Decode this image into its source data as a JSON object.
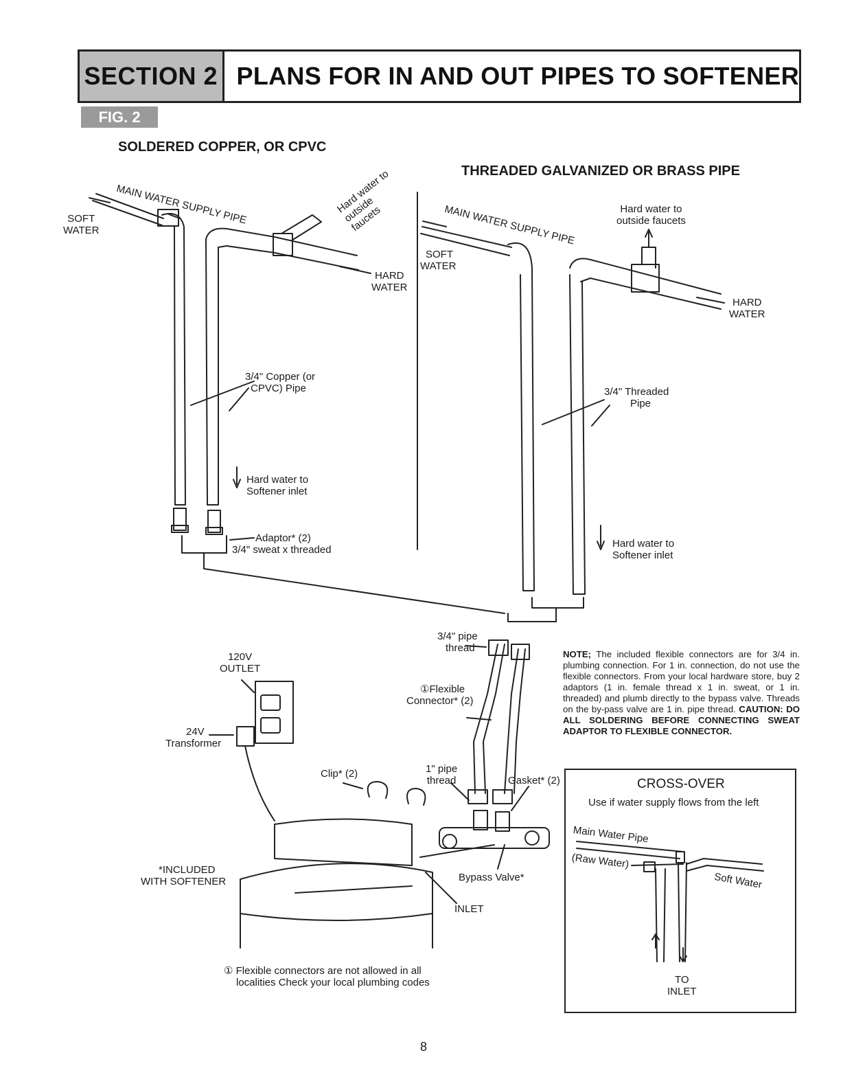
{
  "header": {
    "section": "SECTION 2",
    "title": "PLANS FOR IN AND OUT PIPES TO SOFTENER"
  },
  "figure_label": "FIG. 2",
  "left_panel": {
    "heading": "SOLDERED COPPER, OR CPVC",
    "main_pipe": "MAIN WATER SUPPLY PIPE",
    "soft_water": [
      "SOFT",
      "WATER"
    ],
    "hard_water": [
      "HARD",
      "WATER"
    ],
    "outside": "Hard water to outside faucets",
    "pipe_label": [
      "3/4\" Copper (or",
      "CPVC) Pipe"
    ],
    "inlet_label": [
      "Hard water to",
      "Softener inlet"
    ],
    "adaptor_label": [
      "Adaptor* (2)",
      "3/4\" sweat x threaded"
    ]
  },
  "right_panel": {
    "heading": "THREADED GALVANIZED OR BRASS PIPE",
    "main_pipe": "MAIN WATER SUPPLY PIPE",
    "soft_water": [
      "SOFT",
      "WATER"
    ],
    "hard_water": [
      "HARD",
      "WATER"
    ],
    "outside": [
      "Hard water to",
      "outside faucets"
    ],
    "pipe_label": [
      "3/4\" Threaded",
      "Pipe"
    ],
    "inlet_label": [
      "Hard water to",
      "Softener inlet"
    ]
  },
  "bottom": {
    "pipe_thread": [
      "3/4\" pipe",
      "thread"
    ],
    "outlet": [
      "120V",
      "OUTLET"
    ],
    "transformer": [
      "24V",
      "Transformer"
    ],
    "flex_connector": [
      "①Flexible",
      "Connector* (2)"
    ],
    "clip": "Clip* (2)",
    "one_inch": [
      "1\" pipe",
      "thread"
    ],
    "gasket": "Gasket* (2)",
    "included": [
      "*INCLUDED",
      "WITH SOFTENER"
    ],
    "bypass": "Bypass Valve*",
    "inlet": "INLET",
    "footnote": [
      "① Flexible connectors are not allowed in all",
      "localities  Check your local plumbing codes"
    ]
  },
  "note": {
    "lead": "NOTE;",
    "text": " The included flexible connectors are for 3/4 in. plumbing connection. For 1 in. connection, do not use the flexible connectors. From your local hardware store, buy 2 adaptors (1 in. female thread x 1 in. sweat, or 1 in. threaded) and plumb directly to the bypass valve. Threads on the by-pass valve are 1 in. pipe thread. ",
    "caution": "CAUTION: DO ALL SOLDERING BEFORE CONNECTING SWEAT ADAPTOR TO FLEXIBLE CONNECTOR."
  },
  "crossover": {
    "title": "CROSS-OVER",
    "subtitle": "Use if water supply flows from the left",
    "main_pipe": "Main Water Pipe",
    "raw": "(Raw Water)",
    "soft": "Soft Water",
    "to_inlet": [
      "TO",
      "INLET"
    ]
  },
  "page_number": "8"
}
